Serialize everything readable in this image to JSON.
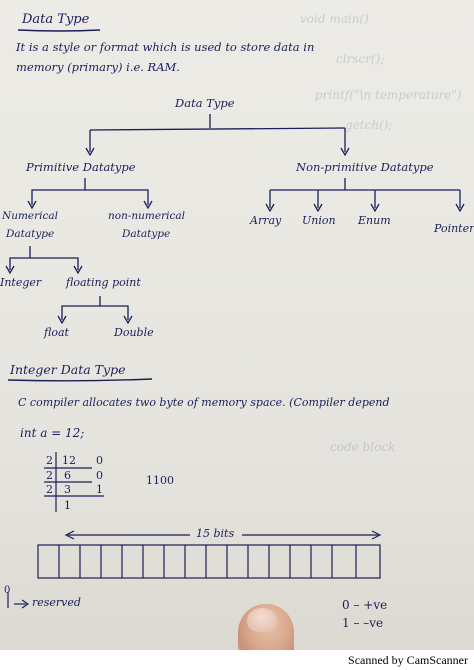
{
  "title": "Data Type",
  "definition": {
    "line1": "It is a style or format which is used to store data in",
    "line2": "memory (primary) i.e. RAM."
  },
  "tree": {
    "root": "Data Type",
    "primitive": "Primitive Datatype",
    "non_primitive": "Non-primitive Datatype",
    "numerical_1": "Numerical",
    "numerical_2": "Datatype",
    "non_numerical_1": "non-numerical",
    "non_numerical_2": "Datatype",
    "integer": "Integer",
    "floating_point": "floating point",
    "float": "float",
    "double": "Double",
    "array": "Array",
    "union": "Union",
    "enum": "Enum",
    "pointer": "Pointer"
  },
  "integer_section": {
    "heading": "Integer Data Type",
    "line1": "C compiler allocates two byte of memory space. (Compiler depend",
    "declaration": "int a = 12;",
    "division": {
      "rows": [
        {
          "divisor": "2",
          "dividend": "12",
          "remainder": "0"
        },
        {
          "divisor": "2",
          "dividend": "6",
          "remainder": "0"
        },
        {
          "divisor": "2",
          "dividend": "3",
          "remainder": "1"
        }
      ],
      "last": "1",
      "binary": "1100"
    },
    "bits_label": "15 bits",
    "reserved": "reserved",
    "sign_zero": "0 – +ve",
    "sign_one": "1 – –ve"
  },
  "footer": {
    "scanner": "Scanned by CamScanner"
  }
}
